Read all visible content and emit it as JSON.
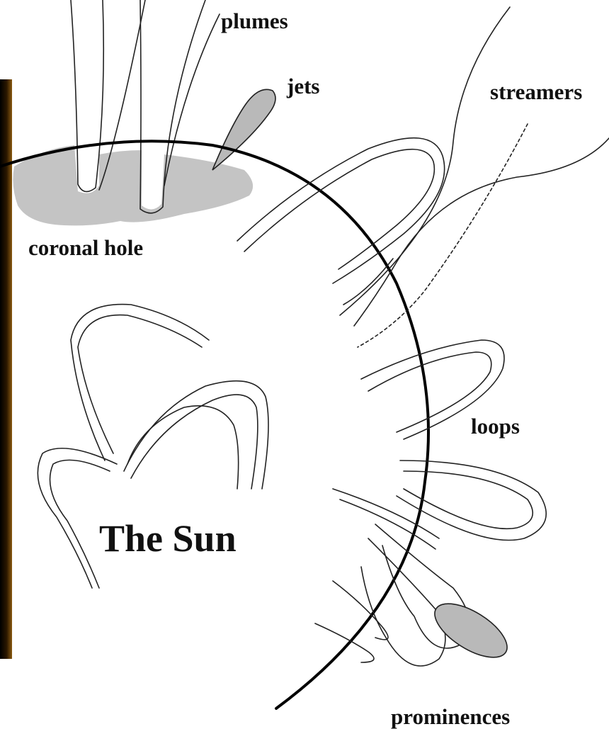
{
  "labels": {
    "plumes": "plumes",
    "jets": "jets",
    "streamers": "streamers",
    "coronal_hole": "coronal hole",
    "loops": "loops",
    "the_sun": "The Sun",
    "prominences": "prominences"
  },
  "colors": {
    "background": "#ffffff",
    "ink": "#111111",
    "shaded_region": "#c4c4c4",
    "background_photo_dark": "#000000",
    "background_photo_glow": "#8a5a10"
  }
}
